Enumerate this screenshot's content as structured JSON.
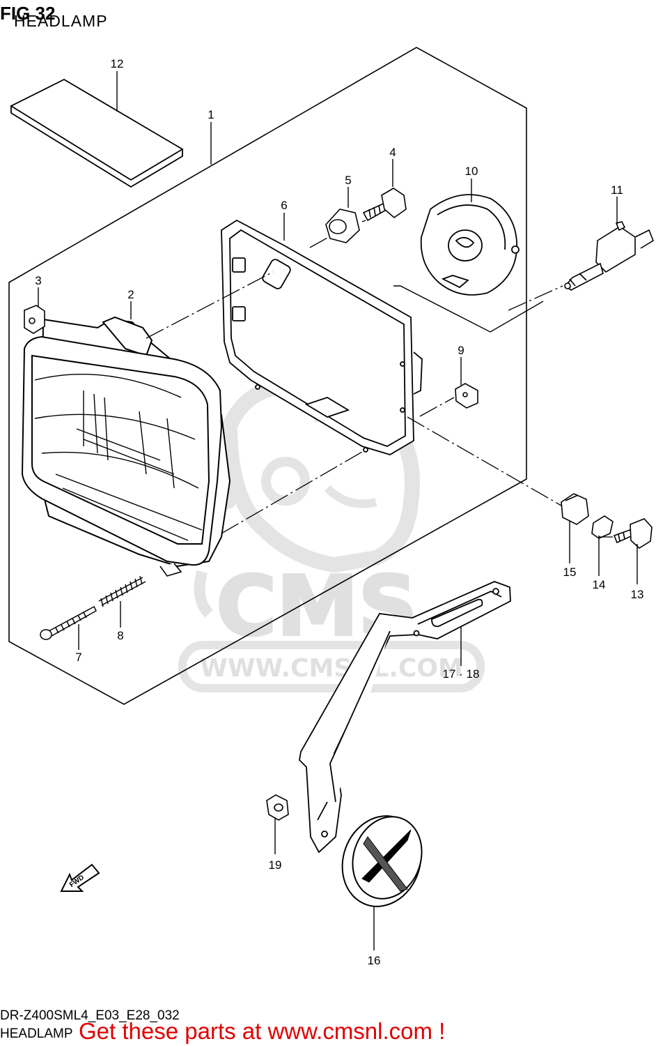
{
  "header": {
    "fig_label": "FIG 32",
    "fig_title": "HEADLAMP"
  },
  "callouts": {
    "c1": "1",
    "c2": "2",
    "c3": "3",
    "c4": "4",
    "c5": "5",
    "c6": "6",
    "c7": "7",
    "c8": "8",
    "c9": "9",
    "c10": "10",
    "c11": "11",
    "c12": "12",
    "c13": "13",
    "c14": "14",
    "c15": "15",
    "c16": "16",
    "c17_18": "17 · 18",
    "c19": "19"
  },
  "fwd_label": "FWD",
  "watermark": {
    "brand": "CMS",
    "url": "WWW.CMSNL.COM"
  },
  "footer": {
    "model_code": "DR-Z400SML4_E03_E28_032",
    "section": "HEADLAMP",
    "promo": "Get these parts at www.cmsnl.com !"
  },
  "colors": {
    "line": "#000000",
    "watermark": "#e2e2e2",
    "promo": "#e00000"
  }
}
